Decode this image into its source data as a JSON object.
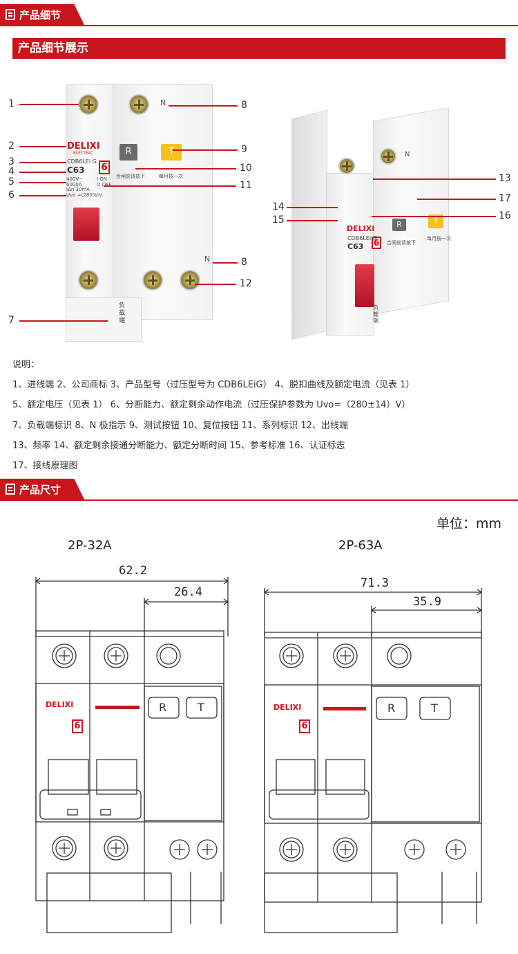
{
  "section1": {
    "tab": "产品细节",
    "title": "产品细节展示"
  },
  "section2": {
    "tab": "产品尺寸"
  },
  "photo": {
    "brand": "DELIXI",
    "brand_sub": "ELECTRIC",
    "model": "CDB6LEi G",
    "curve": "C63",
    "series_mark": "6",
    "n_label": "N",
    "r_button": "R",
    "t_button": "T",
    "r_note": "合闸前请按下",
    "t_note": "每月按一次",
    "load_side": "负载端",
    "ratings": "400V~\n6000A\nIΔn 30mA\nUvo =(280%)V",
    "on_off": "I ON\nO OFF"
  },
  "callouts_left": [
    "1",
    "2",
    "3",
    "4",
    "5",
    "6",
    "7"
  ],
  "callouts_right_a": [
    "8",
    "9",
    "10",
    "11",
    "8",
    "12"
  ],
  "callouts_right_b": [
    "13",
    "17",
    "16",
    "14",
    "15"
  ],
  "legend": {
    "heading": "说明：",
    "lines": [
      "1、进线端     2、公司商标     3、产品型号（过压型号为 CDB6LEiG）     4、脱扣曲线及额定电流（见表 1）",
      "5、额定电压（见表 1）     6、分断能力、额定剩余动作电流（过压保护参数为 Uvo=（280±14）V）",
      "7、负载端标识     8、N 极指示     9、测试按钮     10、复位按钮     11、系列标识     12、出线端",
      "13、频率     14、额定剩余接通分断能力、额定分断时间     15、参考标准     16、认证标志",
      "17、接线原理图"
    ]
  },
  "dimensions": {
    "unit": "单位：mm",
    "left": {
      "model": "2P-32A",
      "overall": "62.2",
      "partial": "26.4"
    },
    "right": {
      "model": "2P-63A",
      "overall": "71.3",
      "partial": "35.9"
    }
  }
}
